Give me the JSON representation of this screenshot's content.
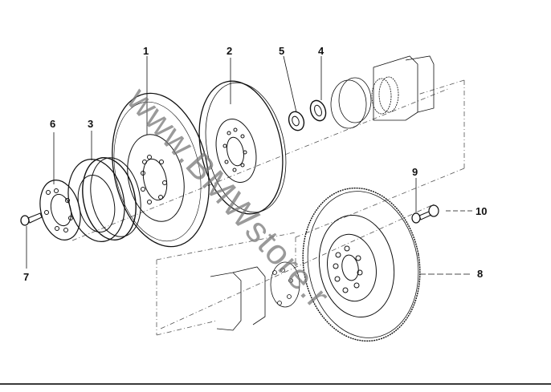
{
  "diagram": {
    "type": "exploded-parts-diagram",
    "subject": "crankshaft vibration damper, pulley, hub and flywheel",
    "watermark": "www.BMWstore.r",
    "callouts": [
      {
        "id": "1",
        "label": "1",
        "part": "vibration-damper"
      },
      {
        "id": "2",
        "label": "2",
        "part": "hub-disc"
      },
      {
        "id": "3",
        "label": "3",
        "part": "belt-pulley"
      },
      {
        "id": "4",
        "label": "4",
        "part": "lock-plate"
      },
      {
        "id": "5",
        "label": "5",
        "part": "collar-nut"
      },
      {
        "id": "6",
        "label": "6",
        "part": "spacer-plate"
      },
      {
        "id": "7",
        "label": "7",
        "part": "bolt"
      },
      {
        "id": "8",
        "label": "8",
        "part": "flywheel"
      },
      {
        "id": "9",
        "label": "9",
        "part": "washer"
      },
      {
        "id": "10",
        "label": "10",
        "part": "flywheel-bolt"
      }
    ]
  }
}
